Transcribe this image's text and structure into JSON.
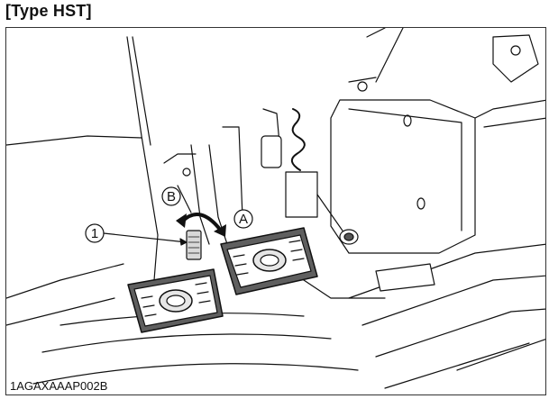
{
  "heading": "[Type HST]",
  "figure_code": "1AGAXAAAP002B",
  "callouts": {
    "part_1": "1",
    "direction_a": "A",
    "direction_b": "B"
  },
  "colors": {
    "line": "#111111",
    "pedal_fill": "#5f5f5f",
    "panel_fill": "#ffffff"
  }
}
